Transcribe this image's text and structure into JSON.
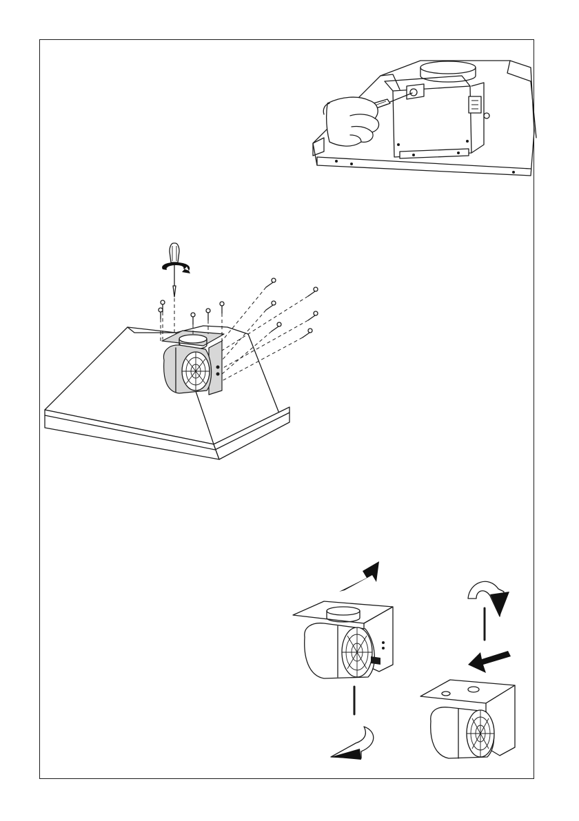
{
  "document": {
    "figures": [
      {
        "id": "screwdriver-removal",
        "icon": "hand-screwdriver-icon"
      },
      {
        "id": "screw-assembly",
        "icon": "screw-icon",
        "screw_count": 10
      },
      {
        "id": "motor-rotation",
        "icon": "rotate-arrow-icon"
      }
    ],
    "colors": {
      "line": "#1a1a1a",
      "highlight": "#d7d7d7",
      "background": "#ffffff"
    }
  }
}
